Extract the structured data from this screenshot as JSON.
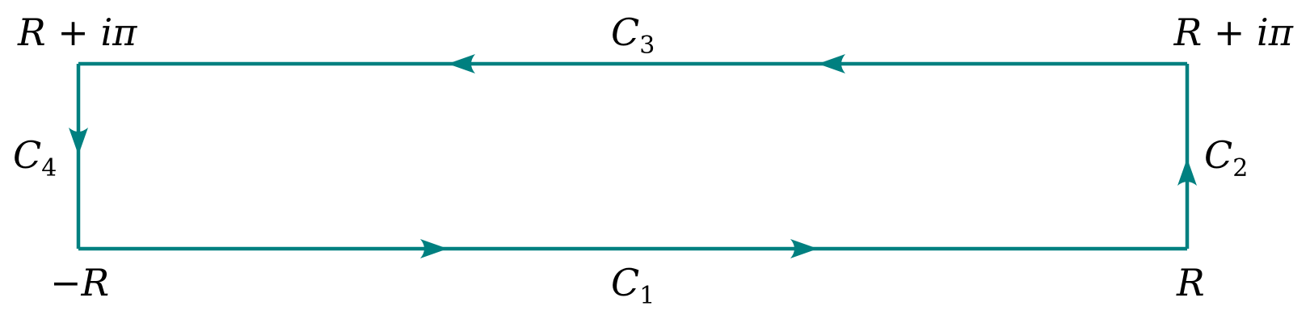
{
  "diagram": {
    "stroke_color": "#008080",
    "text_color": "#000000",
    "corners": {
      "top_left": {
        "main": "R",
        "op": " + ",
        "tail": "iπ"
      },
      "top_right": {
        "main": "R",
        "op": " + ",
        "tail": "iπ"
      },
      "bottom_left": {
        "sign": "−",
        "main": "R"
      },
      "bottom_right": {
        "main": "R"
      }
    },
    "paths": [
      {
        "id": "c1",
        "letter": "C",
        "index": "1",
        "direction": "right"
      },
      {
        "id": "c2",
        "letter": "C",
        "index": "2",
        "direction": "up"
      },
      {
        "id": "c3",
        "letter": "C",
        "index": "3",
        "direction": "left"
      },
      {
        "id": "c4",
        "letter": "C",
        "index": "4",
        "direction": "down"
      }
    ]
  }
}
